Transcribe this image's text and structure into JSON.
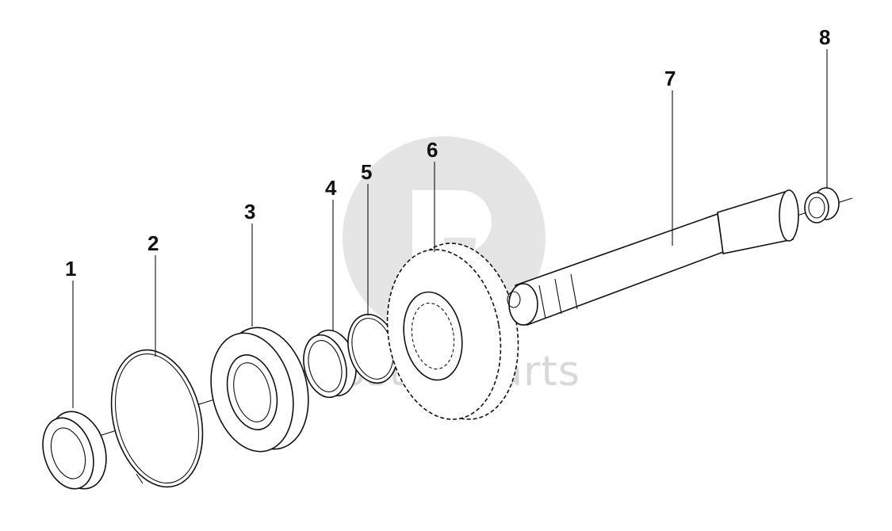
{
  "diagram": {
    "callouts": [
      {
        "id": "1",
        "label": "1"
      },
      {
        "id": "2",
        "label": "2"
      },
      {
        "id": "3",
        "label": "3"
      },
      {
        "id": "4",
        "label": "4"
      },
      {
        "id": "5",
        "label": "5"
      },
      {
        "id": "6",
        "label": "6"
      },
      {
        "id": "7",
        "label": "7"
      },
      {
        "id": "8",
        "label": "8"
      }
    ],
    "watermark": {
      "text": "costex parts",
      "logo_color": "#cfcfcf"
    },
    "colors": {
      "line": "#111111",
      "background": "#ffffff"
    }
  }
}
